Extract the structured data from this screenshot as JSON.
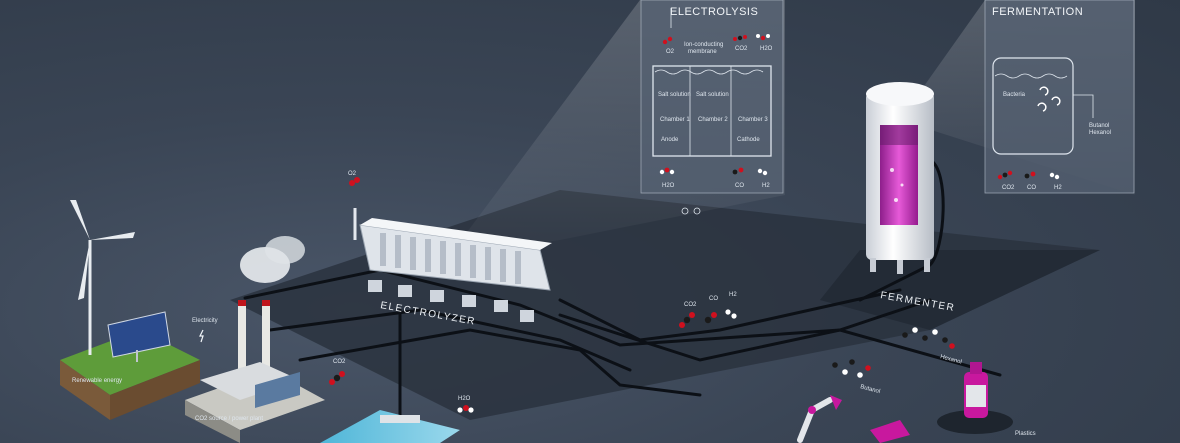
{
  "panels": {
    "electrolysis": {
      "title": "ELECTROLYSIS",
      "top": {
        "o2": "O2",
        "co2": "CO2",
        "h2o": "H2O"
      },
      "membrane_label": "Ion-conducting\nmembrane",
      "chambers": [
        {
          "solution": "Salt solution",
          "name": "Chamber 1",
          "electrode": "Anode"
        },
        {
          "solution": "Salt solution",
          "name": "Chamber 2",
          "electrode": ""
        },
        {
          "solution": "",
          "name": "Chamber 3",
          "electrode": "Cathode"
        }
      ],
      "bottom": {
        "h2o": "H2O",
        "co": "CO",
        "h2": "H2"
      }
    },
    "fermentation": {
      "title": "FERMENTATION",
      "bacteria": "Bacteria",
      "products": [
        "Butanol",
        "Hexanol"
      ],
      "bottom": {
        "co2": "CO2",
        "co": "CO",
        "h2": "H2"
      }
    }
  },
  "scene": {
    "electrolyzer": "ELECTROLYZER",
    "fermenter": "FERMENTER",
    "electricity": "Electricity",
    "o2": "O2",
    "co2": "CO2",
    "h2o": "H2O",
    "gas_co2": "CO2",
    "gas_co": "CO",
    "gas_h2": "H2",
    "butanol": "Butanol",
    "hexanol": "Hexanol",
    "plastics": "Plastics",
    "renewable": "Renewable energy",
    "powerplant": "CO2 source / power plant"
  },
  "colors": {
    "accent": "#c0149a",
    "background": "#3b4656",
    "oxygen": "#d0101e"
  }
}
